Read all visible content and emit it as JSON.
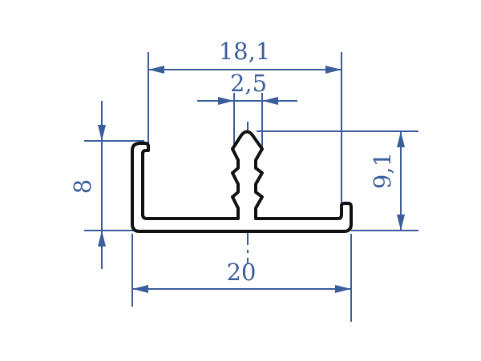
{
  "colors": {
    "dimension": "#3a5d9c",
    "profile": "#111111",
    "background": "#ffffff"
  },
  "dimensions": {
    "top_width": "18,1",
    "slot_width": "2,5",
    "bottom_width": "20",
    "left_height": "8",
    "right_height": "9,1"
  }
}
